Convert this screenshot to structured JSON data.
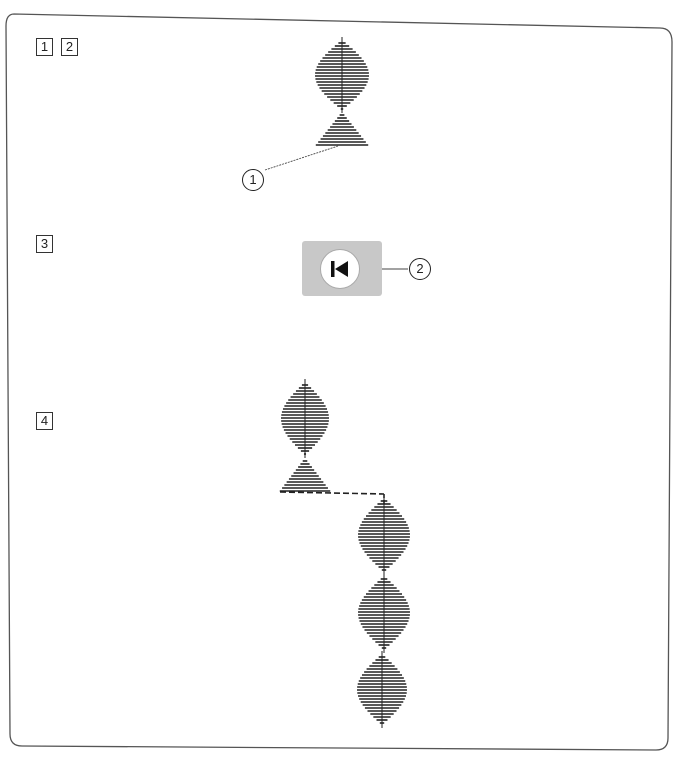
{
  "steps": {
    "s1": "1",
    "s2": "2",
    "s3": "3",
    "s4": "4"
  },
  "callouts": {
    "c1": "1",
    "c2": "2"
  },
  "button": {
    "icon": "skip-to-start-icon"
  },
  "colors": {
    "stitch": "#222222",
    "frame": "#555555",
    "button_bg": "#c8c8c8"
  }
}
